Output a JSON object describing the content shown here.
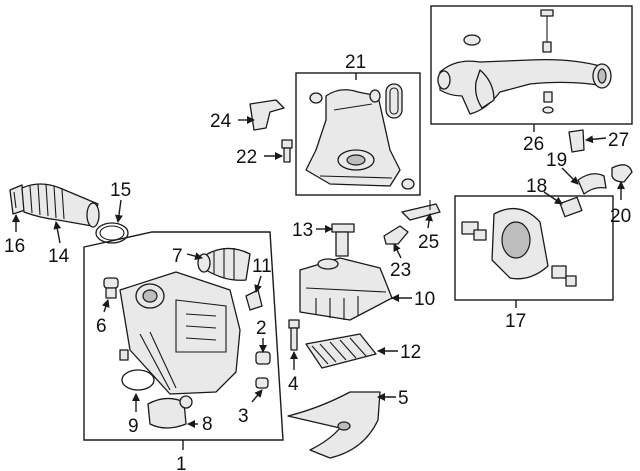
{
  "diagram": {
    "callouts": {
      "c1": "1",
      "c2": "2",
      "c3": "3",
      "c4": "4",
      "c5": "5",
      "c6": "6",
      "c7": "7",
      "c8": "8",
      "c9": "9",
      "c10": "10",
      "c11": "11",
      "c12": "12",
      "c13": "13",
      "c14": "14",
      "c15": "15",
      "c16": "16",
      "c17": "17",
      "c18": "18",
      "c19": "19",
      "c20": "20",
      "c21": "21",
      "c22": "22",
      "c23": "23",
      "c24": "24",
      "c25": "25",
      "c26": "26",
      "c27": "27"
    },
    "colors": {
      "line": "#1a1a1a",
      "fill": "#e9e9e9",
      "shade": "#bdbdbd",
      "background": "#ffffff"
    }
  }
}
